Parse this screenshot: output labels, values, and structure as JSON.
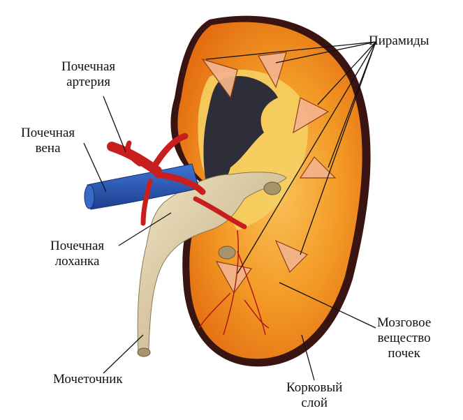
{
  "labels": {
    "pyramids": "Пирамиды",
    "renal_artery": [
      "Почечная",
      "артерия"
    ],
    "renal_vein": [
      "Почечная",
      "вена"
    ],
    "renal_pelvis": [
      "Почечная",
      "лоханка"
    ],
    "ureter": "Мочеточник",
    "medulla": [
      "Мозговое",
      "вещество",
      "почек"
    ],
    "cortex": [
      "Корковый",
      "слой"
    ]
  },
  "colors": {
    "capsule": "#3a1410",
    "cortex": "#f08a1a",
    "cortex_inner": "#f7b440",
    "sinus_fat": "#f6cf63",
    "pelvis": "#d9c9a0",
    "pelvis_shadow": "#a8946a",
    "cavity": "#2e2e3a",
    "artery": "#c81e1e",
    "vein": "#2a58b8",
    "leader": "#111111"
  }
}
